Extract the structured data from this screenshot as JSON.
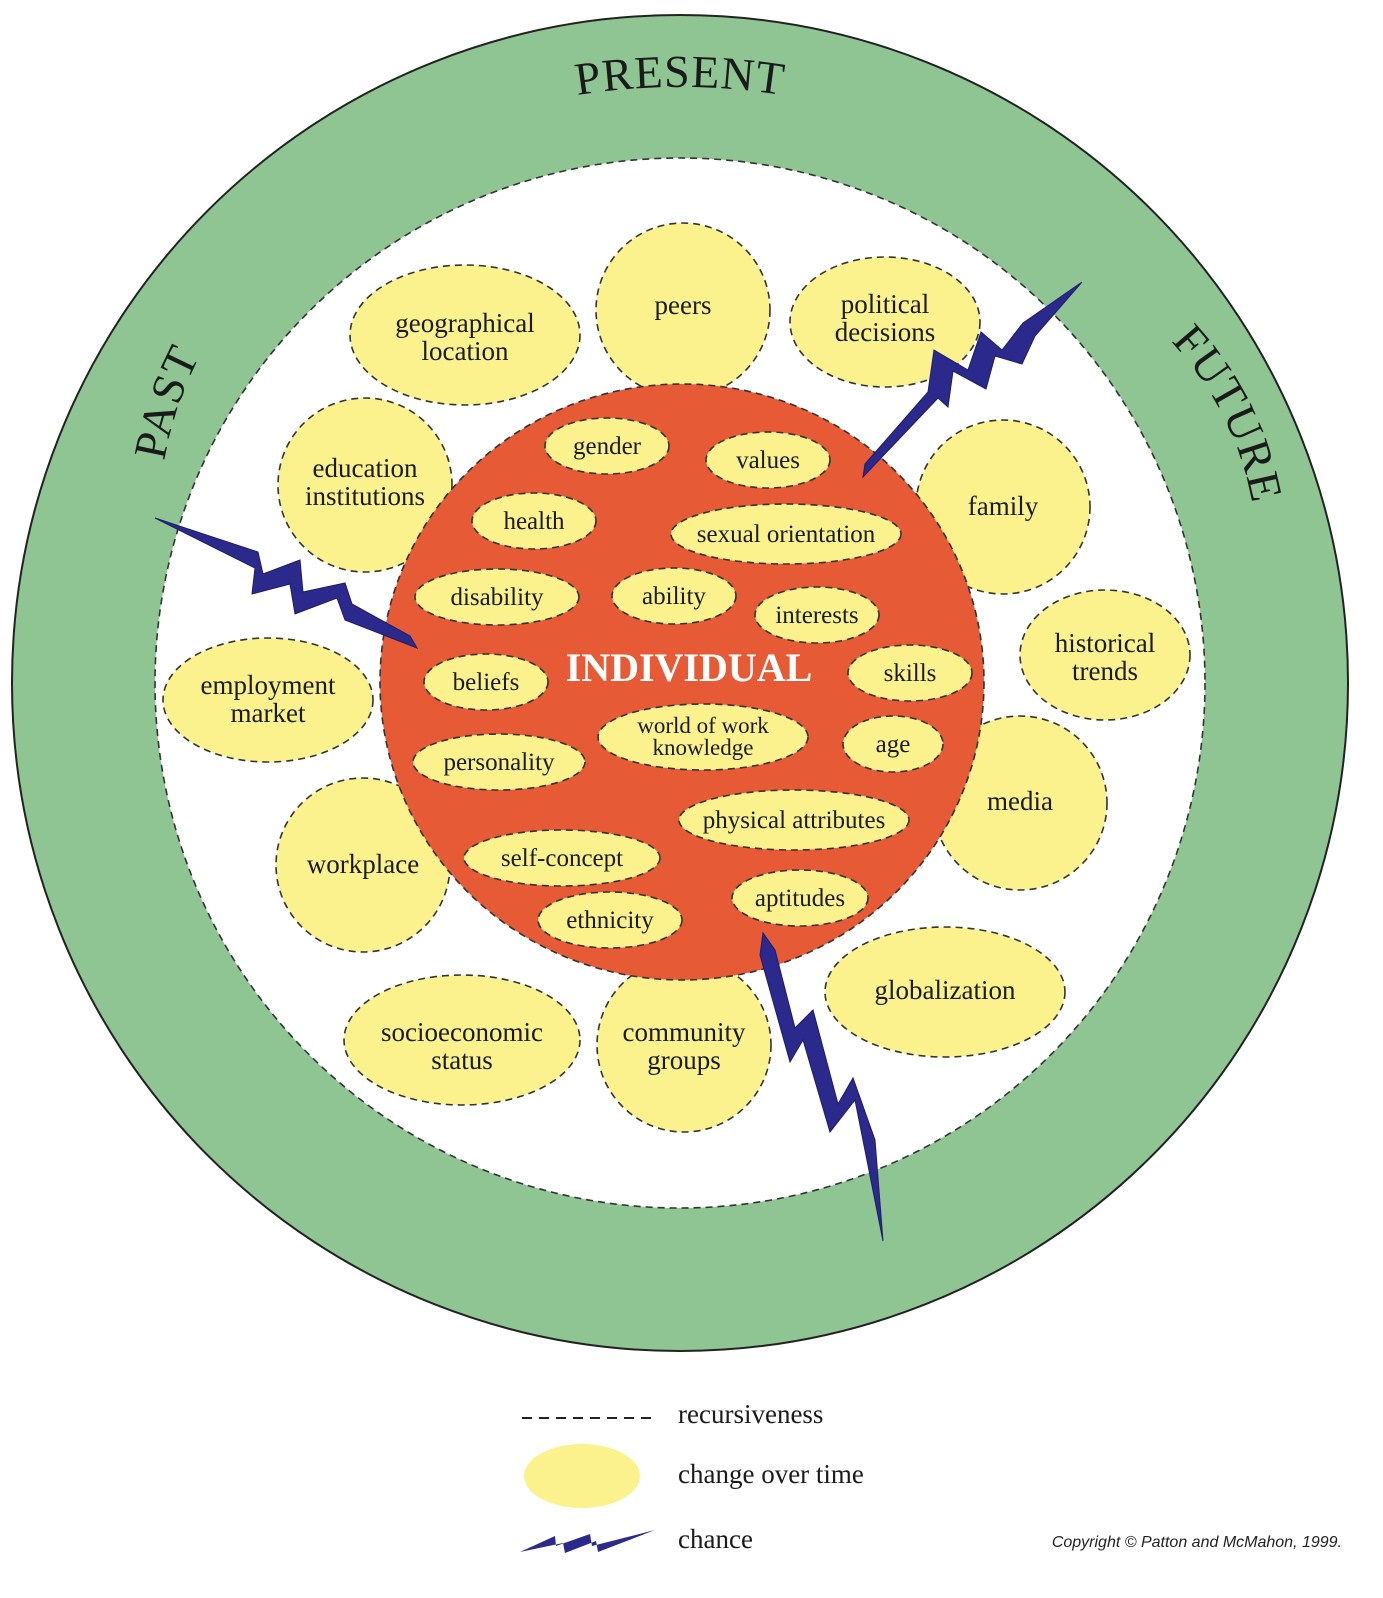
{
  "ring": {
    "present": "PRESENT",
    "past": "PAST",
    "future": "FUTURE"
  },
  "center": {
    "label": "INDIVIDUAL"
  },
  "societal": [
    {
      "lines": [
        "geographical",
        "location"
      ]
    },
    {
      "lines": [
        "peers"
      ]
    },
    {
      "lines": [
        "political",
        "decisions"
      ]
    },
    {
      "lines": [
        "education",
        "institutions"
      ]
    },
    {
      "lines": [
        "family"
      ]
    },
    {
      "lines": [
        "historical",
        "trends"
      ]
    },
    {
      "lines": [
        "employment",
        "market"
      ]
    },
    {
      "lines": [
        "media"
      ]
    },
    {
      "lines": [
        "workplace"
      ]
    },
    {
      "lines": [
        "globalization"
      ]
    },
    {
      "lines": [
        "socioeconomic",
        "status"
      ]
    },
    {
      "lines": [
        "community",
        "groups"
      ]
    }
  ],
  "individual": [
    {
      "lines": [
        "gender"
      ]
    },
    {
      "lines": [
        "values"
      ]
    },
    {
      "lines": [
        "health"
      ]
    },
    {
      "lines": [
        "sexual orientation"
      ]
    },
    {
      "lines": [
        "disability"
      ]
    },
    {
      "lines": [
        "ability"
      ]
    },
    {
      "lines": [
        "interests"
      ]
    },
    {
      "lines": [
        "beliefs"
      ]
    },
    {
      "lines": [
        "skills"
      ]
    },
    {
      "lines": [
        "personality"
      ]
    },
    {
      "lines": [
        "world of work",
        "knowledge"
      ]
    },
    {
      "lines": [
        "age"
      ]
    },
    {
      "lines": [
        "physical attributes"
      ]
    },
    {
      "lines": [
        "self-concept"
      ]
    },
    {
      "lines": [
        "aptitudes"
      ]
    },
    {
      "lines": [
        "ethnicity"
      ]
    }
  ],
  "legend": {
    "recursiveness": "recursiveness",
    "change": "change over time",
    "chance": "chance"
  },
  "copyright": "Copyright © Patton and McMahon, 1999.",
  "colors": {
    "outer_ring": "#8fc593",
    "individual": "#e75a36",
    "bubble": "#fbf28e",
    "chance": "#2b2a8c"
  }
}
